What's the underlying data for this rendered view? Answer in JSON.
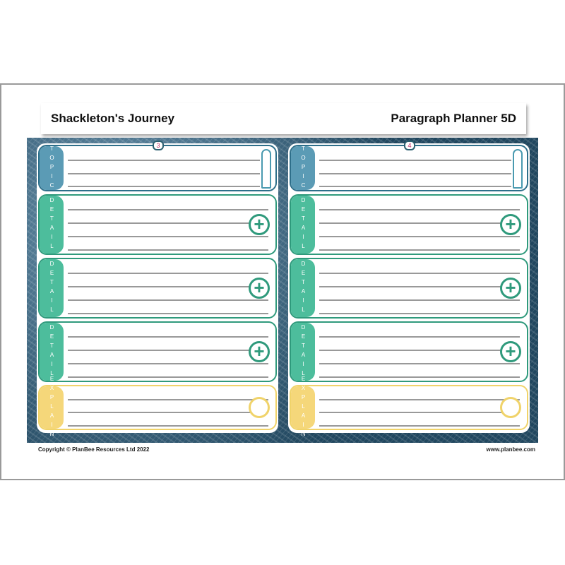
{
  "header": {
    "title": "Shackleton's Journey",
    "subtitle": "Paragraph Planner 5D"
  },
  "pages": [
    {
      "number": "3"
    },
    {
      "number": "4"
    }
  ],
  "rows": [
    {
      "label": "TOPIC",
      "icon": "key-icon",
      "color": "#5b9bb5"
    },
    {
      "label": "DETAIL",
      "icon": "plus-icon",
      "color": "#4dbd9c"
    },
    {
      "label": "DETAIL",
      "icon": "plus-icon",
      "color": "#4dbd9c"
    },
    {
      "label": "DETAIL",
      "icon": "plus-icon",
      "color": "#4dbd9c"
    },
    {
      "label": "EXPLAIN",
      "icon": "magnifier-icon",
      "color": "#f5d77a"
    }
  ],
  "footer": {
    "copyright": "Copyright © PlanBee Resources Ltd 2022",
    "website": "www.planbee.com"
  }
}
